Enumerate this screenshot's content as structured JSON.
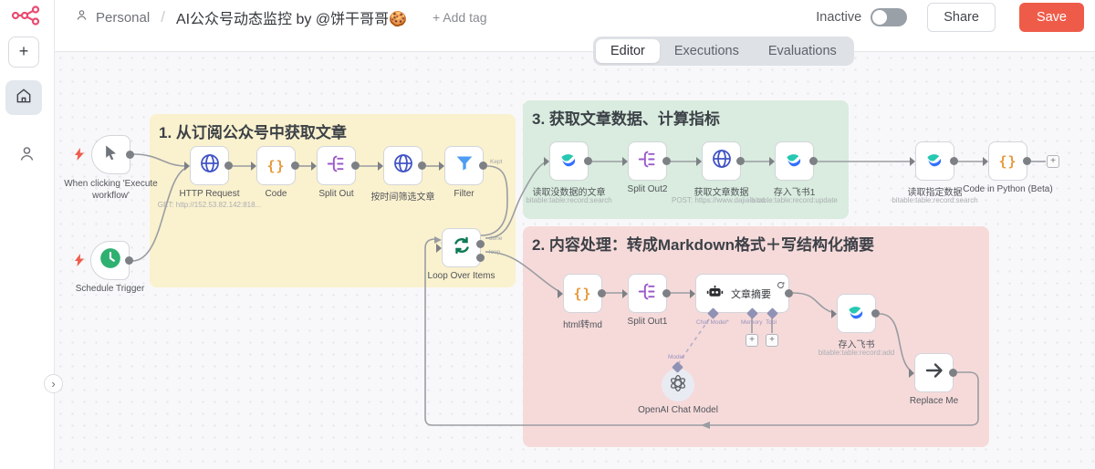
{
  "header": {
    "breadcrumb": {
      "owner": "Personal",
      "separator": "/",
      "title": "AI公众号动态监控 by @饼干哥哥🍪",
      "add_tag": "+ Add tag"
    },
    "tabs": [
      {
        "label": "Editor",
        "active": true
      },
      {
        "label": "Executions",
        "active": false
      },
      {
        "label": "Evaluations",
        "active": false
      }
    ],
    "activation": {
      "label": "Inactive",
      "state": "off"
    },
    "share_label": "Share",
    "save_label": "Save"
  },
  "groups": [
    {
      "title": "1. 从订阅公众号中获取文章",
      "color": "#faf1ce"
    },
    {
      "title": "3. 获取文章数据、计算指标",
      "color": "#d9ecdf"
    },
    {
      "title": "2. 内容处理：转成Markdown格式＋写结构化摘要",
      "color": "#f6dada"
    }
  ],
  "nodes": {
    "manual": {
      "label": "When clicking 'Execute workflow'"
    },
    "schedule": {
      "label": "Schedule Trigger"
    },
    "http": {
      "label": "HTTP Request",
      "sub": "GET: http://152.53.82.142:818..."
    },
    "code": {
      "label": "Code"
    },
    "splitOut": {
      "label": "Split Out"
    },
    "timeFilter": {
      "label": "按时间筛选文章"
    },
    "filter": {
      "label": "Filter"
    },
    "loop": {
      "label": "Loop Over Items"
    },
    "readNoData": {
      "label": "读取没数据的文章",
      "sub": "bitable:table:record:search"
    },
    "splitOut2": {
      "label": "Split Out2"
    },
    "fetchData": {
      "label": "获取文章数据",
      "sub": "POST: https://www.dajiala.co..."
    },
    "feishu1": {
      "label": "存入飞书1",
      "sub": "bitable:table:record:update"
    },
    "readSpec": {
      "label": "读取指定数据",
      "sub": "bitable:table:record:search"
    },
    "python": {
      "label": "Code in Python (Beta)"
    },
    "htmlmd": {
      "label": "html转md"
    },
    "splitOut1": {
      "label": "Split Out1"
    },
    "agent": {
      "label": "文章摘要"
    },
    "openai": {
      "label": "OpenAI Chat Model"
    },
    "feishu": {
      "label": "存入飞书",
      "sub": "bitable:table:record:add"
    },
    "replace": {
      "label": "Replace Me"
    }
  },
  "ports": {
    "kept": "Kept",
    "done": "done",
    "loop": "loop",
    "model": "Model",
    "chat_model": "Chat Model*",
    "memory": "Memory",
    "tool": "Tool"
  },
  "icons": {
    "plus": "+",
    "chevron": "›",
    "code_braces": "{}"
  },
  "colors": {
    "brand": "#ea4b71",
    "save": "#ee5c49",
    "edge": "#9a9da2"
  }
}
